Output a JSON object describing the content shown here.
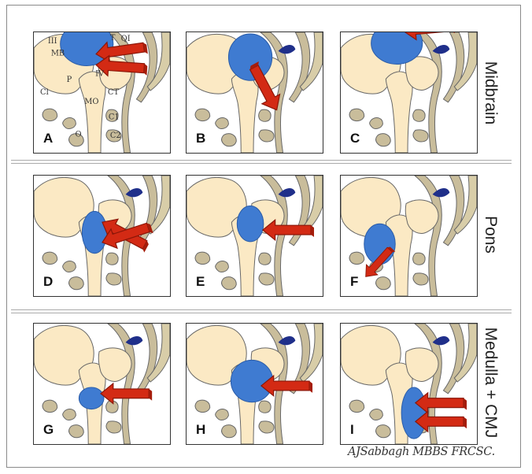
{
  "figure": {
    "row_labels": [
      "Midbrain",
      "Pons",
      "Medulla + CMJ"
    ],
    "panel_letters": [
      "A",
      "B",
      "C",
      "D",
      "E",
      "F",
      "G",
      "H",
      "I"
    ],
    "anatomy_labels": [
      "III",
      "T",
      "QI",
      "MB",
      "P",
      "IV",
      "Cl",
      "CT",
      "MO",
      "C1",
      "O",
      "C2"
    ],
    "signature": "AJSabbagh MBBS FRCSC.",
    "colors": {
      "brainstem": "#fbe9c4",
      "outline": "#555555",
      "dura": "#c9bd9b",
      "ventricle": "#1f2f8a",
      "lesion": "#3f7bd1",
      "arrow": "#d32a14"
    }
  }
}
